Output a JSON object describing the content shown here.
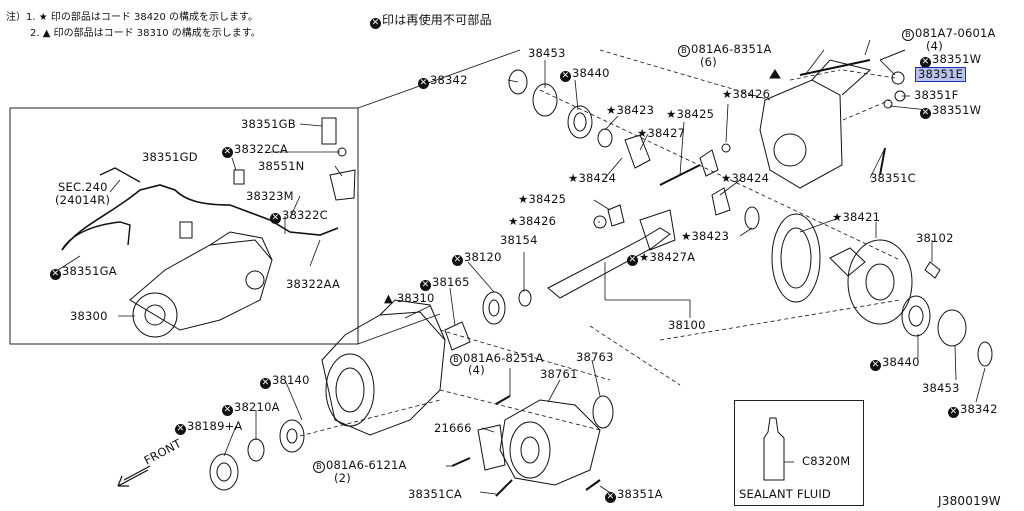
{
  "notes": {
    "line1": "注）1. ★ 印の部品はコード 38420 の構成を示します。",
    "line2": "2. ▲ 印の部品はコード 38310 の構成を示します。",
    "legend": "印は再使用不可部品"
  },
  "diagram_id": "J380019W",
  "seal": {
    "part": "C8320M",
    "caption": "SEALANT FLUID"
  },
  "highlight_color": "#b9c2ec",
  "labels": {
    "p38351GB": "38351GB",
    "p38322CA": "38322CA",
    "p38351GD": "38351GD",
    "p38551N": "38551N",
    "sec240": "SEC.240",
    "sec240b": "(24014R)",
    "p38323M": "38323M",
    "p38322C": "38322C",
    "p38351GA": "38351GA",
    "p38322AA": "38322AA",
    "p38300": "38300",
    "p38342a": "38342",
    "p38453a": "38453",
    "p38440a": "38440",
    "p38423a": "38423",
    "p38427a": "38427",
    "p38425a": "38425",
    "p38426a": "38426",
    "p38424a": "38424",
    "p38425b": "38425",
    "p38426b": "38426",
    "p38154": "38154",
    "p38424b": "38424",
    "p38423b": "38423",
    "p38427A": "38427A",
    "p38421": "38421",
    "p38102": "38102",
    "p38120": "38120",
    "p38165": "38165",
    "p38310": "38310",
    "p38100": "38100",
    "b081A6_8351A": "081A6-8351A",
    "b081A6_8351A_q": "(6)",
    "b081A7_0601A": "081A7-0601A",
    "b081A7_0601A_q": "(4)",
    "p38351Wa": "38351W",
    "p38351E": "38351E",
    "p38351F": "38351F",
    "p38351Wb": "38351W",
    "p38351C": "38351C",
    "b081A6_8251A": "081A6-8251A",
    "b081A6_8251A_q": "(4)",
    "p38763": "38763",
    "p38761": "38761",
    "p38140": "38140",
    "p38210A": "38210A",
    "p38189A": "38189+A",
    "p21666": "21666",
    "b081A6_6121A": "081A6-6121A",
    "b081A6_6121A_q": "(2)",
    "p38351CA": "38351CA",
    "p38351A": "38351A",
    "p38440b": "38440",
    "p38453b": "38453",
    "p38342b": "38342",
    "front": "FRONT"
  }
}
